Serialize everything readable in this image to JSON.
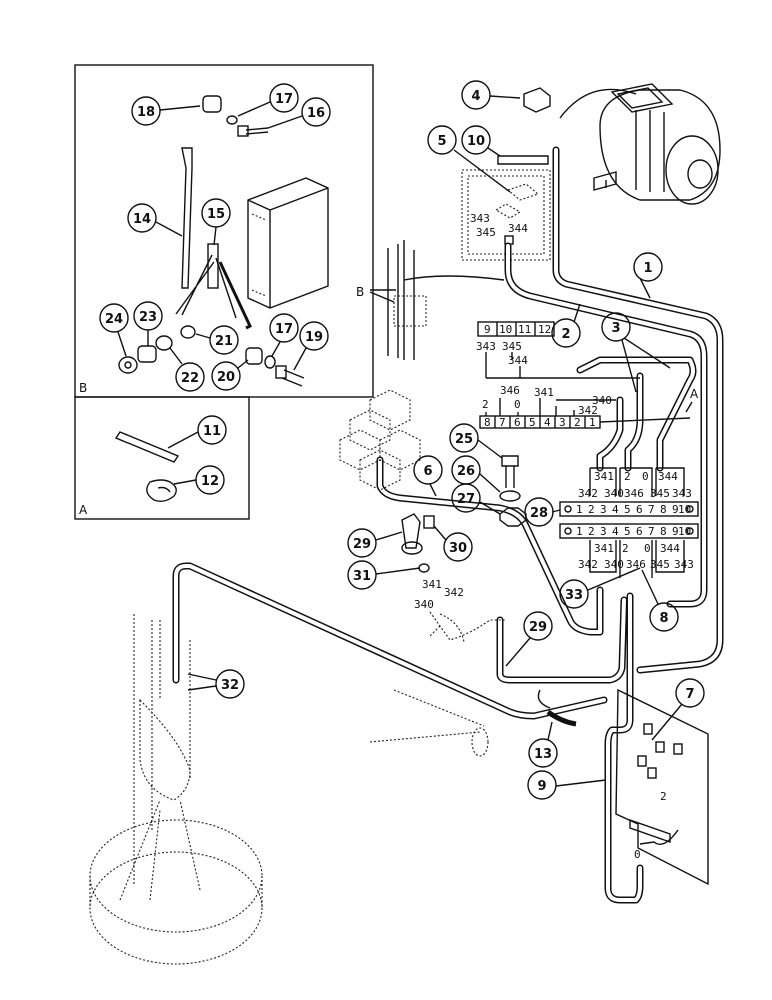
{
  "insets": {
    "b_label": "B",
    "a_label": "A"
  },
  "labels": {
    "B": "B",
    "A": "A",
    "upper_block_codes": [
      "9",
      "10",
      "11",
      "12"
    ],
    "upper_block_wires": [
      "343",
      "345",
      "344"
    ],
    "mid_wires": [
      "346",
      "341",
      "340",
      "342",
      "0",
      "2"
    ],
    "lower_row_codes": [
      "8",
      "7",
      "6",
      "5",
      "4",
      "3",
      "2",
      "1"
    ],
    "relay_codes": [
      "343",
      "345",
      "344"
    ],
    "terminal_top_wires": [
      "341",
      "2",
      "0",
      "344"
    ],
    "terminal_top_wires2": [
      "342",
      "340",
      "346",
      "345",
      "343"
    ],
    "terminal_row_numbers": [
      "1",
      "2",
      "3",
      "4",
      "5",
      "6",
      "7",
      "8",
      "9",
      "10"
    ],
    "terminal_bottom_wires": [
      "341",
      "2",
      "0",
      "344"
    ],
    "terminal_bottom_wires2": [
      "342",
      "340",
      "346",
      "345",
      "343"
    ],
    "switch_wires": [
      "341",
      "340",
      "342"
    ],
    "panel_wires": [
      "2",
      "0"
    ]
  },
  "callouts": [
    {
      "n": "1"
    },
    {
      "n": "2"
    },
    {
      "n": "3"
    },
    {
      "n": "4"
    },
    {
      "n": "5"
    },
    {
      "n": "6"
    },
    {
      "n": "7"
    },
    {
      "n": "8"
    },
    {
      "n": "9"
    },
    {
      "n": "10"
    },
    {
      "n": "11"
    },
    {
      "n": "12"
    },
    {
      "n": "13"
    },
    {
      "n": "14"
    },
    {
      "n": "15"
    },
    {
      "n": "16"
    },
    {
      "n": "17"
    },
    {
      "n": "18"
    },
    {
      "n": "19"
    },
    {
      "n": "20"
    },
    {
      "n": "21"
    },
    {
      "n": "22"
    },
    {
      "n": "23"
    },
    {
      "n": "24"
    },
    {
      "n": "17"
    },
    {
      "n": "25"
    },
    {
      "n": "26"
    },
    {
      "n": "27"
    },
    {
      "n": "28"
    },
    {
      "n": "29"
    },
    {
      "n": "30"
    },
    {
      "n": "31"
    },
    {
      "n": "32"
    },
    {
      "n": "33"
    },
    {
      "n": "29"
    }
  ]
}
